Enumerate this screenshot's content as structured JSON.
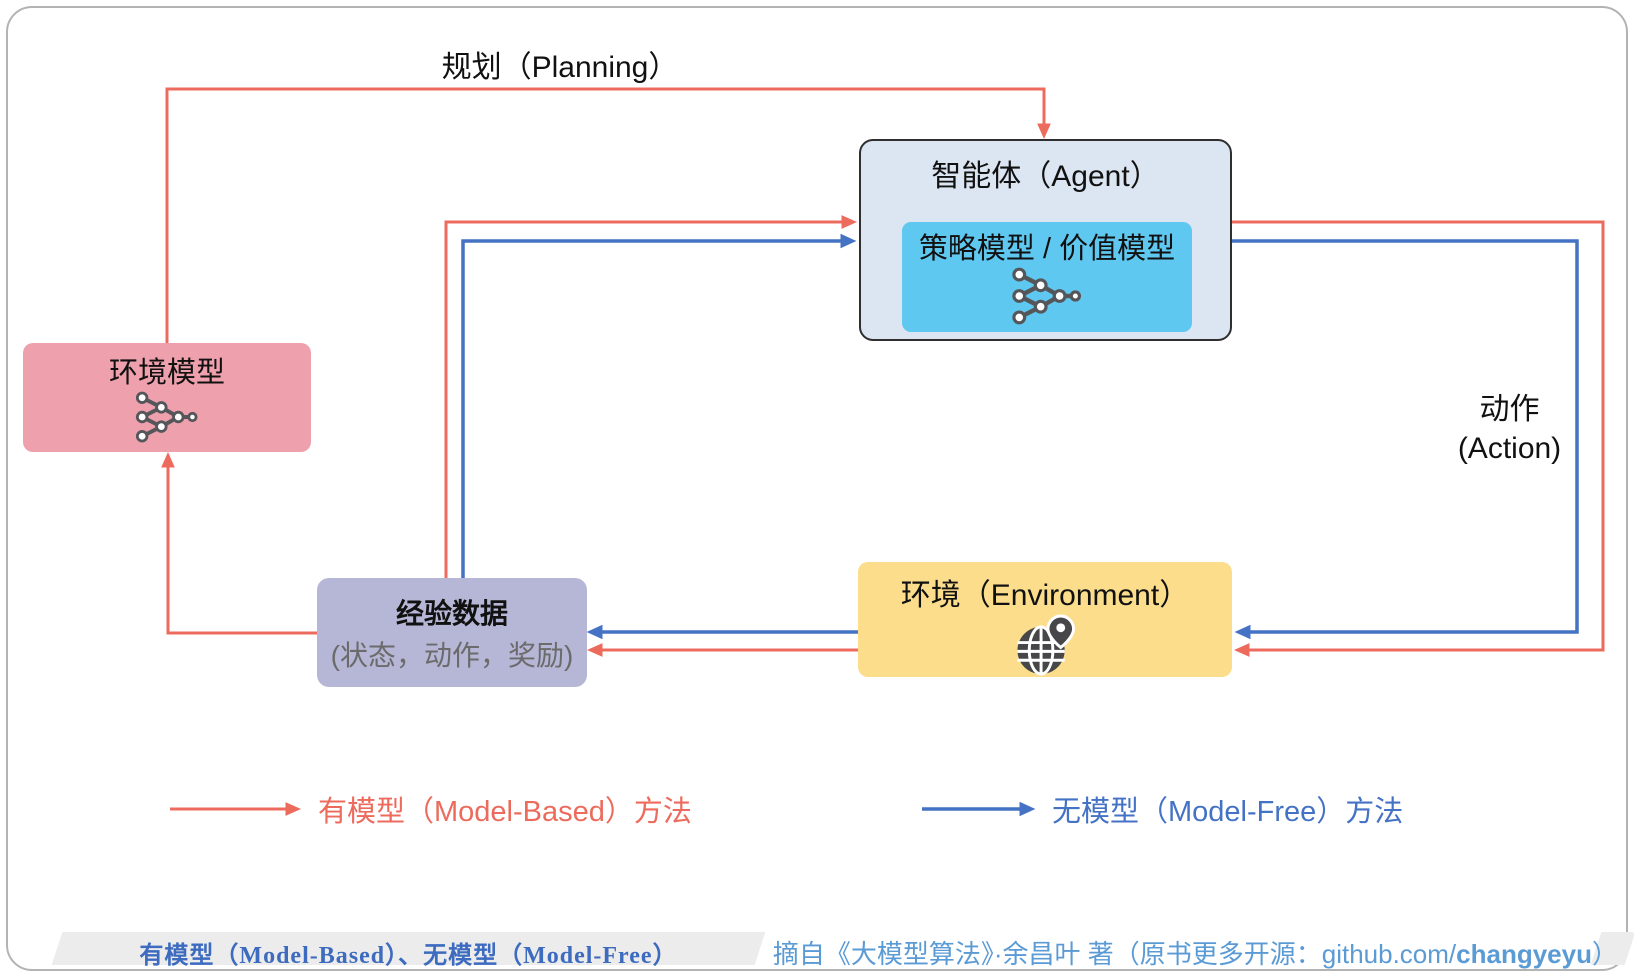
{
  "labels": {
    "planning": "规划（Planning）",
    "action_line1": "动作",
    "action_line2": "(Action)"
  },
  "nodes": {
    "agent": {
      "title": "智能体（Agent）",
      "inner_model": "策略模型 / 价值模型"
    },
    "env_model": {
      "title": "环境模型"
    },
    "experience": {
      "title": "经验数据",
      "subtitle": "(状态，动作，奖励)"
    },
    "environment": {
      "title": "环境（Environment）"
    }
  },
  "legend": {
    "model_based": "有模型（Model-Based）方法",
    "model_free": "无模型（Model-Free）方法"
  },
  "footer": {
    "left": "有模型（Model-Based）、无模型（Model-Free）",
    "right_prefix": "摘自《大模型算法》·余昌叶 著（原书更多开源：github.com/",
    "right_bold": "changyeyu",
    "right_suffix": "）"
  },
  "icons": {
    "agent_inner": "neural-network-icon",
    "env_model": "neural-network-icon",
    "environment": "globe-location-icon"
  },
  "colors": {
    "model_based_red": "#ec6b5c",
    "model_free_blue": "#4472c4",
    "agent_box_fill": "#dce5f2",
    "agent_box_border": "#2f2f2f",
    "policy_box_fill": "#5fc8f0",
    "env_model_fill": "#efa0ad",
    "experience_fill": "#b6b6d6",
    "environment_fill": "#fbdd8c",
    "icon_gray": "#55565a",
    "frame_border": "#b3b3b3",
    "footer_bar_fill": "#ececec",
    "footer_left_text": "#3d6bbf",
    "footer_right_text": "#5b9bd5"
  }
}
